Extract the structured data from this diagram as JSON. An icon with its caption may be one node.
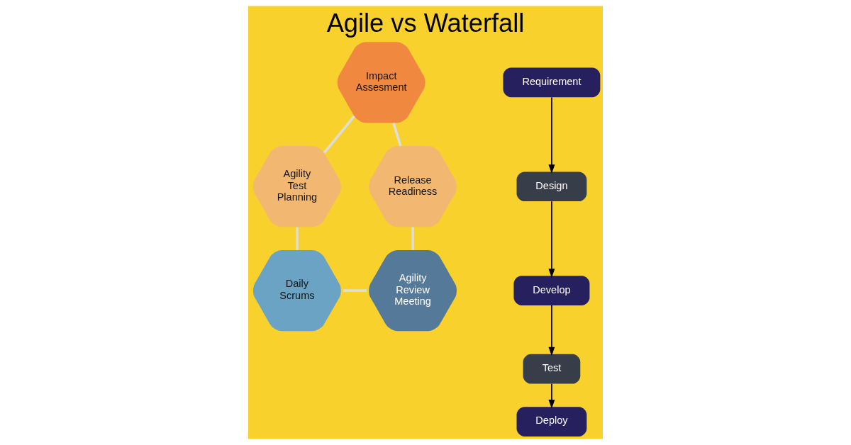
{
  "diagram": {
    "title": "Agile vs Waterfall",
    "nodes": [
      {
        "text": [
          "Impact Assesment"
        ]
      },
      {
        "text": [
          "Release Readiness"
        ]
      },
      {
        "text": [
          "Agility Test Planning"
        ]
      },
      {
        "text": [
          "Agility Review Meeting"
        ]
      },
      {
        "text": [
          "Daily Scrums"
        ]
      },
      {
        "text": [
          "Requirement"
        ]
      },
      {
        "text": [
          "Design"
        ]
      },
      {
        "text": [
          "Develop"
        ]
      },
      {
        "text": [
          "Test"
        ]
      },
      {
        "text": [
          "Deploy"
        ]
      }
    ],
    "edges": [
      {
        "from": 0,
        "to": 2,
        "arrow": "none"
      },
      {
        "from": 2,
        "to": 4,
        "arrow": "none"
      },
      {
        "from": 4,
        "to": 3,
        "arrow": "none"
      },
      {
        "from": 3,
        "to": 1,
        "arrow": "none"
      },
      {
        "from": 1,
        "to": 0,
        "arrow": "none"
      },
      {
        "from": 5,
        "to": 6,
        "arrow": "to",
        "color": "#000000"
      },
      {
        "from": 6,
        "to": 7,
        "arrow": "to",
        "color": "#000000"
      },
      {
        "from": 7,
        "to": 8,
        "arrow": "to",
        "color": "#000000"
      },
      {
        "from": 8,
        "to": 9,
        "arrow": "to",
        "color": "#000000"
      }
    ]
  }
}
